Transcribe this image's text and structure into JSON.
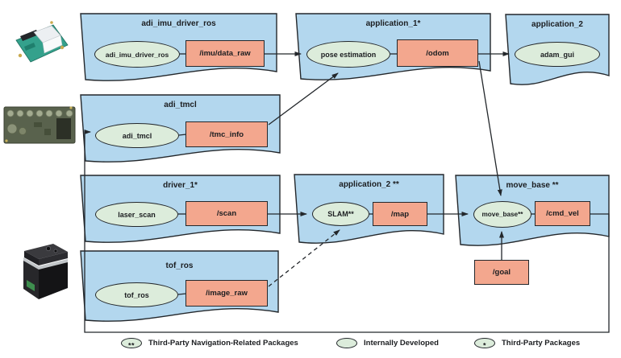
{
  "boxes": {
    "imu": {
      "title": "adi_imu_driver_ros",
      "node": "adi_imu_driver_ros",
      "topic": "/imu/data_raw"
    },
    "app1": {
      "title": "application_1*",
      "node": "pose estimation",
      "topic": "/odom"
    },
    "app2top": {
      "title": "application_2",
      "node": "adam_gui"
    },
    "tmcl": {
      "title": "adi_tmcl",
      "node": "adi_tmcl",
      "topic": "/tmc_info"
    },
    "driver1": {
      "title": "driver_1*",
      "node": "laser_scan",
      "topic": "/scan"
    },
    "app2mid": {
      "title": "application_2 **",
      "node": "SLAM**",
      "topic": "/map"
    },
    "movebase": {
      "title": "move_base **",
      "node": "move_base**",
      "topic": "/cmd_vel"
    },
    "tofros": {
      "title": "tof_ros",
      "node": "tof_ros",
      "topic": "/image_raw"
    }
  },
  "goal_topic": "/goal",
  "legend": {
    "nav": {
      "glyph": "**",
      "label": "Third-Party Navigation-Related Packages"
    },
    "internal": {
      "glyph": "",
      "label": "Internally Developed"
    },
    "thirdparty": {
      "glyph": "*",
      "label": "Third-Party Packages"
    }
  },
  "colors": {
    "package_fill": "#b3d7ee",
    "node_fill": "#dcecdb",
    "topic_fill": "#f3a78e",
    "outline": "#23272b"
  },
  "icons": {
    "imu_photo": "imu-sensor-board-photo",
    "motor_photo": "motor-controller-board-photo",
    "tof_photo": "tof-camera-photo"
  }
}
